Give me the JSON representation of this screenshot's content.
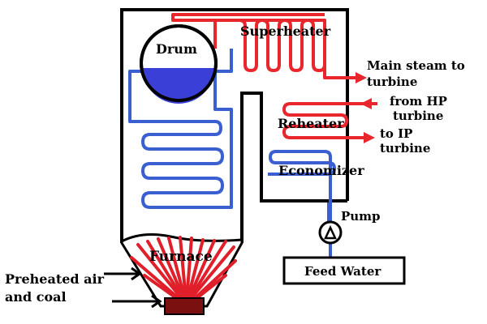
{
  "labels": {
    "drum": "Drum",
    "superheater": "Superheater",
    "main_steam_line1": "Main steam to",
    "main_steam_line2": "turbine",
    "from_hp_line1": "from HP",
    "from_hp_line2": "turbine",
    "reheater": "Reheater",
    "to_ip_line1": "to IP",
    "to_ip_line2": "turbine",
    "economizer": "Economizer",
    "pump": "Pump",
    "feed_water": "Feed Water",
    "furnace": "Furnace",
    "air_coal_line1": "Preheated air",
    "air_coal_line2": "and coal"
  },
  "colors": {
    "steam": "#e8262b",
    "water": "#3a5fd0",
    "outline": "#000000",
    "flame": "#e01f2a",
    "grate": "#7a1010"
  }
}
